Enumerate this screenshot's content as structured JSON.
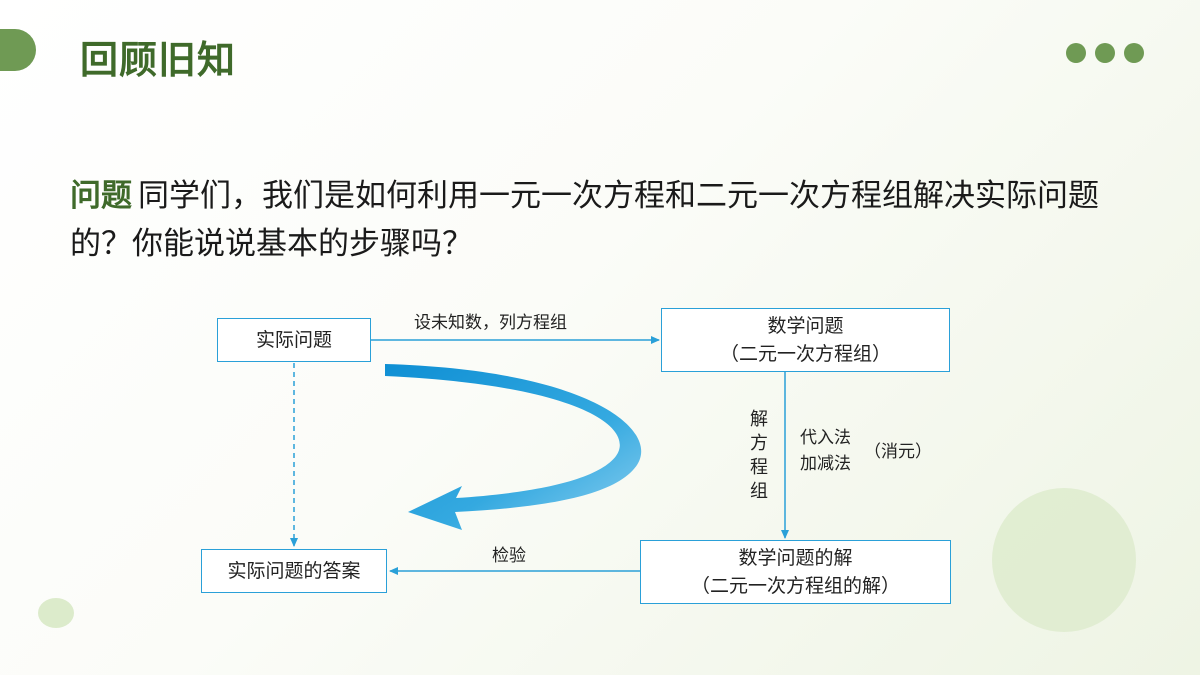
{
  "header": {
    "title": "回顾旧知"
  },
  "question": {
    "label": "问题",
    "text": "同学们，我们是如何利用一元一次方程和二元一次方程组解决实际问题的？你能说说基本的步骤吗？"
  },
  "diagram": {
    "box_actual_problem": "实际问题",
    "box_math_problem_line1": "数学问题",
    "box_math_problem_line2": "（二元一次方程组）",
    "box_math_solution_line1": "数学问题的解",
    "box_math_solution_line2": "（二元一次方程组的解）",
    "box_actual_answer": "实际问题的答案",
    "edge_set_unknowns": "设未知数，列方程组",
    "edge_solve_chars": [
      "解",
      "方",
      "程",
      "组"
    ],
    "edge_method_1": "代入法",
    "edge_method_2": "加减法",
    "edge_method_note": "（消元）",
    "edge_check": "检验",
    "line_color": "#2aa0d8",
    "arrow_color": "#1b9ad6"
  },
  "theme": {
    "accent": "#6f9a54",
    "title_color": "#3f6a2a"
  }
}
